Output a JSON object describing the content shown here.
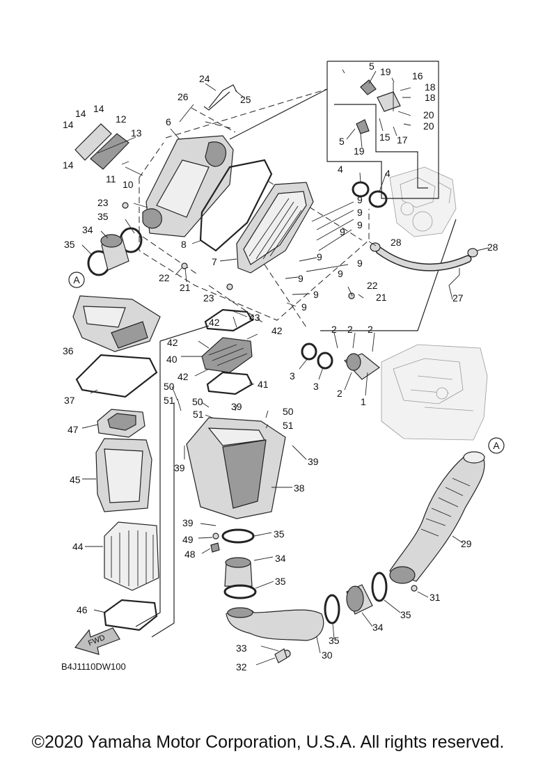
{
  "diagram": {
    "part_numbers": {
      "p1": "1",
      "p2": "2",
      "p3": "3",
      "p4": "4",
      "p5": "5",
      "p6": "6",
      "p7": "7",
      "p8": "8",
      "p9": "9",
      "p10": "10",
      "p11": "11",
      "p12": "12",
      "p13": "13",
      "p14": "14",
      "p15": "15",
      "p16": "16",
      "p17": "17",
      "p18": "18",
      "p19": "19",
      "p20": "20",
      "p21": "21",
      "p22": "22",
      "p23": "23",
      "p24": "24",
      "p25": "25",
      "p26": "26",
      "p27": "27",
      "p28": "28",
      "p29": "29",
      "p30": "30",
      "p31": "31",
      "p32": "32",
      "p33": "33",
      "p34": "34",
      "p35": "35",
      "p36": "36",
      "p37": "37",
      "p38": "38",
      "p39": "39",
      "p40": "40",
      "p41": "41",
      "p42": "42",
      "p43": "43",
      "p44": "44",
      "p45": "45",
      "p46": "46",
      "p47": "47",
      "p48": "48",
      "p49": "49",
      "p50": "50",
      "p51": "51"
    },
    "ref_marker": "A",
    "fwd_label": "FWD",
    "drawing_code": "B4J1110DW100"
  },
  "footer": {
    "copyright": "©2020 Yamaha Motor Corporation, U.S.A. All rights reserved."
  }
}
